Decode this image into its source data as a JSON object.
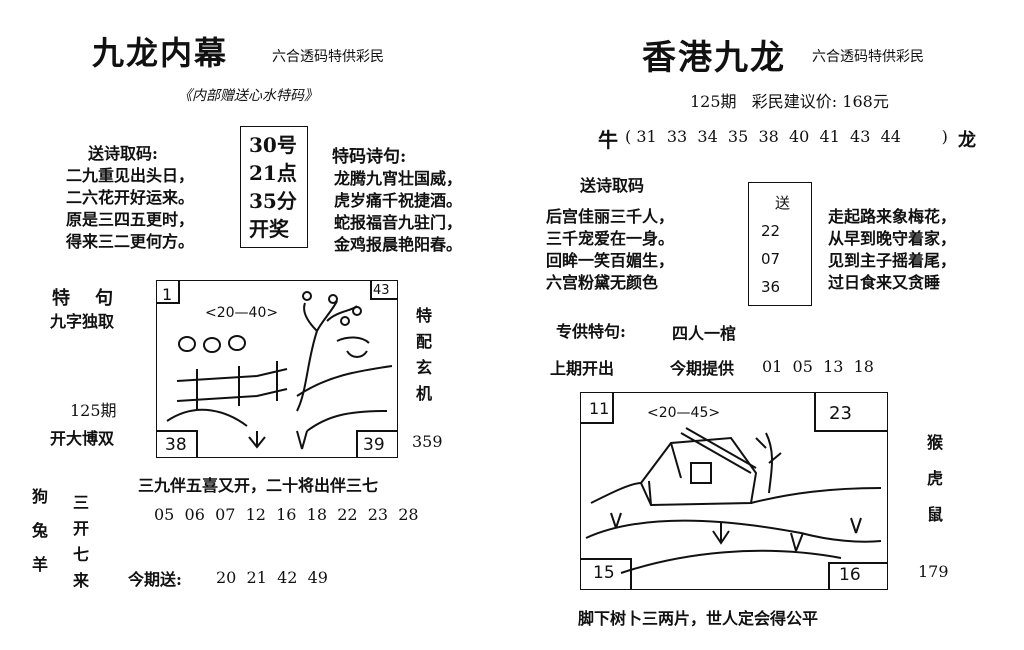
{
  "left": {
    "title": "九龙内幕",
    "tagline": "六合透码特供彩民",
    "subtitle": "《内部赠送心水特码》",
    "poem_label": "送诗取码:",
    "poem": [
      "二九重见出头日，",
      "二六花开好运来。",
      "原是三四五更时，",
      "得来三二更何方。"
    ],
    "draw_box": [
      "30号",
      "21点",
      "35分",
      "开奖"
    ],
    "special_label": "特码诗句:",
    "special_poem": [
      "龙腾九宵壮国威，",
      "虎岁痛千祝捷酒。",
      "蛇报福音九驻门，",
      "金鸡报晨艳阳春。"
    ],
    "teju_label": "特    句",
    "teju_text": "九字独取",
    "issue": "125期",
    "kaida": "开大博双",
    "side_vertical": "特配玄机",
    "side_number": "359",
    "corner_tl": "1",
    "corner_tr": "43",
    "corner_bl": "38",
    "corner_br": "39",
    "range_note": "<20—40>",
    "riddle": "三九伴五喜又开，二十将出伴三七",
    "numbers": "05  06  07  12  16  18  22  23  28",
    "zodiac_vertical": [
      "狗",
      "兔",
      "羊"
    ],
    "sanai_vertical": "三开七来",
    "today_label": "今期送:",
    "today_numbers": "20  21  42  49"
  },
  "right": {
    "title": "香港九龙",
    "tagline": "六合透码特供彩民",
    "issue_price": "125期   彩民建议价: 168元",
    "cow_label": "牛",
    "number_line": "( 31  33  34  35  38  40  41  43  44        )",
    "dragon_label": "龙",
    "poem_label": "送诗取码",
    "poem": [
      "后宫佳丽三千人，",
      "三千宠爱在一身。",
      "回眸一笑百媚生，",
      "六宫粉黛无颜色"
    ],
    "box": [
      "送",
      "22",
      "07",
      "36"
    ],
    "poem2": [
      "走起路来象梅花，",
      "从早到晚守着家，",
      "见到主子摇着尾，",
      "过日食来又贪睡"
    ],
    "teju_label": "专供特句:",
    "teju_text": "四人一棺",
    "last_label": "上期开出",
    "this_label": "今期提供",
    "this_numbers": "01  05  13  18",
    "corner_tl": "11",
    "corner_tr": "23",
    "corner_bl": "15",
    "corner_br": "16",
    "range_note": "<20—45>",
    "zodiac": [
      "猴",
      "虎",
      "鼠"
    ],
    "side_number": "179",
    "bottom": "脚下树卜三两片，世人定会得公平"
  }
}
